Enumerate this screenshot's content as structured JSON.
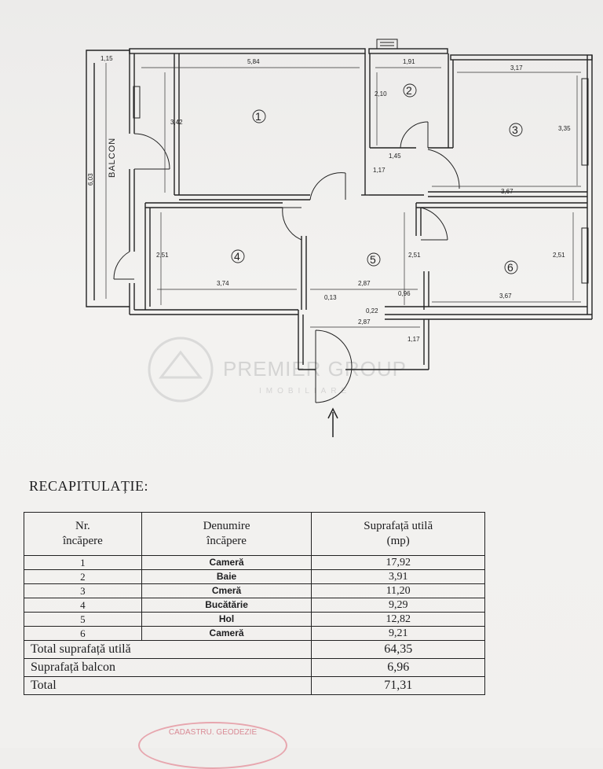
{
  "plan": {
    "balcony_label": "BALCON",
    "rooms": [
      "1",
      "2",
      "3",
      "4",
      "5",
      "6"
    ],
    "dimensions": {
      "d1": "1,15",
      "d2": "5,84",
      "d3": "1,91",
      "d4": "3,17",
      "d5": "3,42",
      "d6": "2,10",
      "d7": "3,35",
      "d8": "6,03",
      "d9": "1,45",
      "d10": "1,17",
      "d11": "3,67",
      "d12": "2,51",
      "d13": "2,51",
      "d14": "2,51",
      "d15": "3,74",
      "d16": "2,87",
      "d17": "0,13",
      "d18": "0,96",
      "d19": "3,67",
      "d20": "0,22",
      "d21": "2,87",
      "d22": "1,17"
    },
    "watermark": {
      "brand": "PREMIER GROUP",
      "sub": "IMOBILIARE"
    }
  },
  "recap": {
    "title": "RECAPITULAȚIE:",
    "headers": {
      "nr": [
        "Nr.",
        "încăpere"
      ],
      "name": [
        "Denumire",
        "încăpere"
      ],
      "area": [
        "Suprafață utilă",
        "(mp)"
      ]
    },
    "rows": [
      {
        "nr": "1",
        "name": "Cameră",
        "area": "17,92"
      },
      {
        "nr": "2",
        "name": "Baie",
        "area": "3,91"
      },
      {
        "nr": "3",
        "name": "Cmeră",
        "area": "11,20"
      },
      {
        "nr": "4",
        "name": "Bucătărie",
        "area": "9,29"
      },
      {
        "nr": "5",
        "name": "Hol",
        "area": "12,82"
      },
      {
        "nr": "6",
        "name": "Cameră",
        "area": "9,21"
      }
    ],
    "totals": [
      {
        "label": "Total suprafață utilă",
        "value": "64,35"
      },
      {
        "label": "Suprafață balcon",
        "value": "6,96"
      },
      {
        "label": "Total",
        "value": "71,31"
      }
    ],
    "stamp": "CADASTRU. GEODEZIE"
  }
}
